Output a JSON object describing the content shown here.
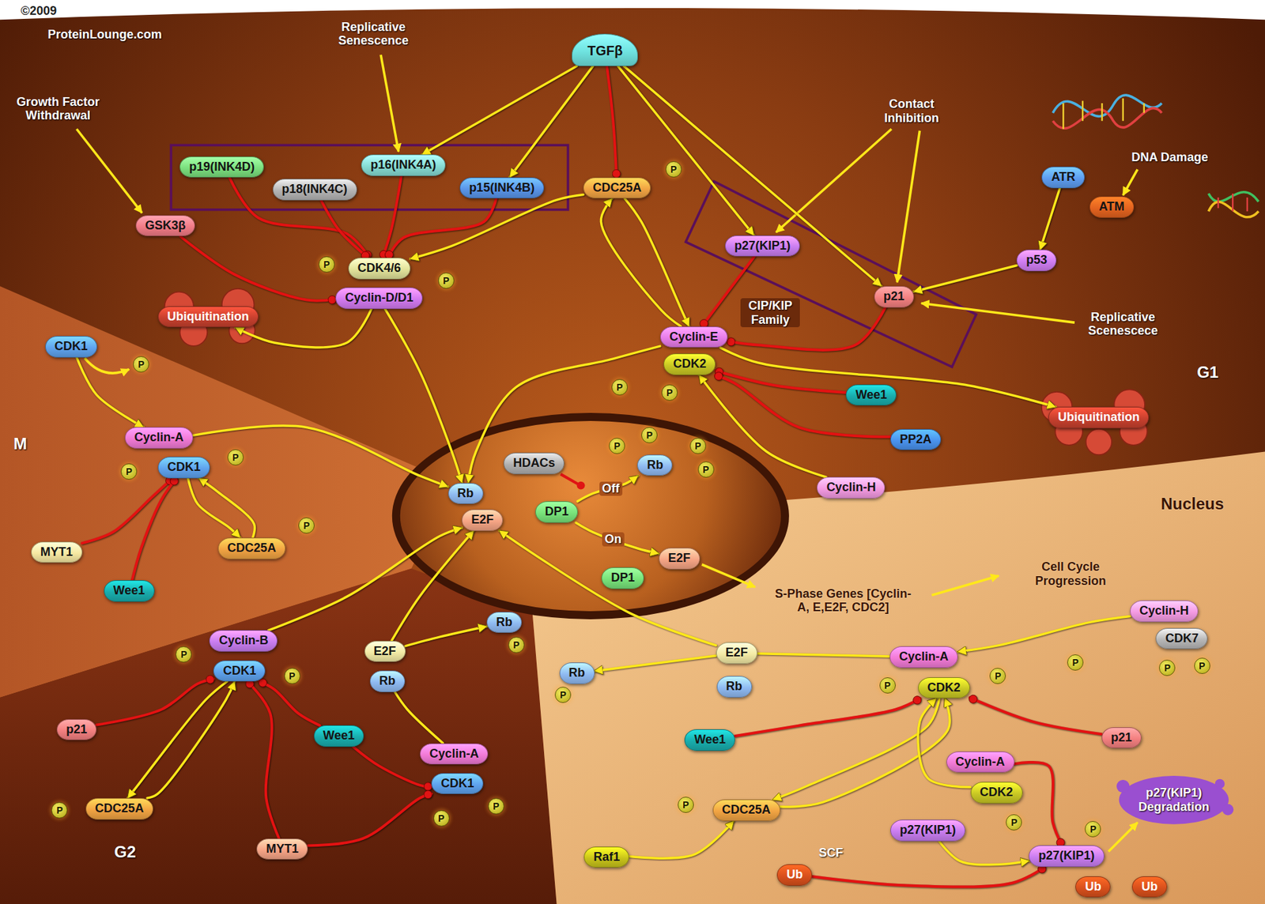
{
  "diagram": {
    "nodes": [
      {
        "text": [
          "TGFβ"
        ]
      },
      {
        "text": [
          "p19(INK4D)"
        ]
      },
      {
        "text": [
          "p18(INK4C)"
        ]
      },
      {
        "text": [
          "p16(INK4A)"
        ]
      },
      {
        "text": [
          "p15(INK4B)"
        ]
      },
      {
        "text": [
          "GSK3β"
        ]
      },
      {
        "text": [
          "CDK4/6"
        ]
      },
      {
        "text": [
          "Cyclin-D/D1"
        ]
      },
      {
        "text": [
          "CDC25A"
        ]
      },
      {
        "text": [
          "p27(KIP1)"
        ]
      },
      {
        "text": [
          "p21"
        ]
      },
      {
        "text": [
          "ATR"
        ]
      },
      {
        "text": [
          "ATM"
        ]
      },
      {
        "text": [
          "p53"
        ]
      },
      {
        "text": [
          "Cyclin-E"
        ]
      },
      {
        "text": [
          "CDK2"
        ]
      },
      {
        "text": [
          "Wee1"
        ]
      },
      {
        "text": [
          "PP2A"
        ]
      },
      {
        "text": [
          "Cyclin-H"
        ]
      },
      {
        "text": [
          "Ubiquitination"
        ]
      },
      {
        "text": [
          "Ubiquitination"
        ]
      },
      {
        "text": [
          "CDK1"
        ]
      },
      {
        "text": [
          "Cyclin-A"
        ]
      },
      {
        "text": [
          "CDK1"
        ]
      },
      {
        "text": [
          "MYT1"
        ]
      },
      {
        "text": [
          "CDC25A"
        ]
      },
      {
        "text": [
          "Wee1"
        ]
      },
      {
        "text": [
          "Rb"
        ]
      },
      {
        "text": [
          "E2F"
        ]
      },
      {
        "text": [
          "HDACs"
        ]
      },
      {
        "text": [
          "DP1"
        ]
      },
      {
        "text": [
          "Rb"
        ]
      },
      {
        "text": [
          "E2F"
        ]
      },
      {
        "text": [
          "DP1"
        ]
      },
      {
        "text": [
          "Cyclin-B"
        ]
      },
      {
        "text": [
          "CDK1"
        ]
      },
      {
        "text": [
          "p21"
        ]
      },
      {
        "text": [
          "Wee1"
        ]
      },
      {
        "text": [
          "CDC25A"
        ]
      },
      {
        "text": [
          "MYT1"
        ]
      },
      {
        "text": [
          "E2F"
        ]
      },
      {
        "text": [
          "Rb"
        ]
      },
      {
        "text": [
          "Rb"
        ]
      },
      {
        "text": [
          "Cyclin-A"
        ]
      },
      {
        "text": [
          "CDK1"
        ]
      },
      {
        "text": [
          "Rb"
        ]
      },
      {
        "text": [
          "E2F"
        ]
      },
      {
        "text": [
          "Rb"
        ]
      },
      {
        "text": [
          "Cyclin-A"
        ]
      },
      {
        "text": [
          "CDK2"
        ]
      },
      {
        "text": [
          "Cyclin-H"
        ]
      },
      {
        "text": [
          "CDK7"
        ]
      },
      {
        "text": [
          "Wee1"
        ]
      },
      {
        "text": [
          "p21"
        ]
      },
      {
        "text": [
          "CDC25A"
        ]
      },
      {
        "text": [
          "Raf1"
        ]
      },
      {
        "text": [
          "Cyclin-A"
        ]
      },
      {
        "text": [
          "CDK2"
        ]
      },
      {
        "text": [
          "p27(KIP1)"
        ]
      },
      {
        "text": [
          "p27(KIP1)"
        ]
      },
      {
        "text": [
          "Ub"
        ]
      },
      {
        "text": [
          "Ub"
        ]
      },
      {
        "text": [
          "Ub"
        ]
      }
    ],
    "edges": [
      {
        "from": 0,
        "to": 3,
        "arrow": "to"
      },
      {
        "from": 0,
        "to": 4,
        "arrow": "to"
      },
      {
        "from": 0,
        "to": 8,
        "arrow": "to"
      },
      {
        "from": 0,
        "to": 9,
        "arrow": "to"
      },
      {
        "from": 0,
        "to": 10,
        "arrow": "to"
      },
      {
        "from": 1,
        "to": 6,
        "arrow": "to"
      },
      {
        "from": 2,
        "to": 6,
        "arrow": "to"
      },
      {
        "from": 3,
        "to": 6,
        "arrow": "to"
      },
      {
        "from": 4,
        "to": 6,
        "arrow": "to"
      },
      {
        "from": 5,
        "to": 7,
        "arrow": "to"
      },
      {
        "from": 7,
        "to": 19,
        "arrow": "to"
      },
      {
        "from": 8,
        "to": 6,
        "arrow": "to"
      },
      {
        "from": 8,
        "to": 14,
        "arrow": "to"
      },
      {
        "from": 14,
        "to": 8,
        "arrow": "to"
      },
      {
        "from": 11,
        "to": 13,
        "arrow": "to"
      },
      {
        "from": 13,
        "to": 10,
        "arrow": "to"
      },
      {
        "from": 9,
        "to": 14,
        "arrow": "to"
      },
      {
        "from": 10,
        "to": 14,
        "arrow": "to"
      },
      {
        "from": 14,
        "to": 20,
        "arrow": "to"
      },
      {
        "from": 16,
        "to": 15,
        "arrow": "to"
      },
      {
        "from": 17,
        "to": 15,
        "arrow": "to"
      },
      {
        "from": 18,
        "to": 15,
        "arrow": "to"
      },
      {
        "from": 7,
        "to": 27,
        "arrow": "to"
      },
      {
        "from": 14,
        "to": 27,
        "arrow": "to"
      },
      {
        "from": 30,
        "to": 31,
        "label": "Off",
        "arrow": "to"
      },
      {
        "from": 30,
        "to": 32,
        "label": "On",
        "arrow": "to"
      },
      {
        "from": 21,
        "to": 22,
        "arrow": "to"
      },
      {
        "from": 22,
        "to": 27,
        "arrow": "to"
      },
      {
        "from": 23,
        "to": 25,
        "arrow": "to"
      },
      {
        "from": 25,
        "to": 23,
        "arrow": "to"
      },
      {
        "from": 24,
        "to": 23,
        "arrow": "to"
      },
      {
        "from": 26,
        "to": 23,
        "arrow": "to"
      },
      {
        "from": 34,
        "to": 28,
        "arrow": "to"
      },
      {
        "from": 36,
        "to": 35,
        "arrow": "to"
      },
      {
        "from": 35,
        "to": 38,
        "arrow": "to"
      },
      {
        "from": 38,
        "to": 35,
        "arrow": "to"
      },
      {
        "from": 37,
        "to": 35,
        "arrow": "to"
      },
      {
        "from": 39,
        "to": 35,
        "arrow": "to"
      },
      {
        "from": 37,
        "to": 44,
        "arrow": "to"
      },
      {
        "from": 39,
        "to": 44,
        "arrow": "to"
      },
      {
        "from": 40,
        "to": 28,
        "arrow": "to"
      },
      {
        "from": 40,
        "to": 42,
        "arrow": "to"
      },
      {
        "from": 43,
        "to": 41,
        "arrow": "none"
      },
      {
        "from": 46,
        "to": 28,
        "arrow": "to"
      },
      {
        "from": 46,
        "to": 45,
        "arrow": "to"
      },
      {
        "from": 50,
        "to": 48,
        "arrow": "to"
      },
      {
        "from": 48,
        "to": 46,
        "arrow": "none"
      },
      {
        "from": 52,
        "to": 49,
        "arrow": "to"
      },
      {
        "from": 53,
        "to": 49,
        "arrow": "to"
      },
      {
        "from": 49,
        "to": 54,
        "arrow": "to"
      },
      {
        "from": 54,
        "to": 49,
        "arrow": "to"
      },
      {
        "from": 55,
        "to": 54,
        "arrow": "to"
      },
      {
        "from": 57,
        "to": 49,
        "arrow": "to"
      },
      {
        "from": 56,
        "to": 59,
        "arrow": "to"
      },
      {
        "from": 58,
        "to": 59,
        "arrow": "to"
      },
      {
        "from": 60,
        "to": 59,
        "arrow": "to"
      }
    ],
    "labels": [
      "©2009",
      "ProteinLounge.com",
      "Replicative Senescence",
      "Growth Factor Withdrawal",
      "Contact Inhibition",
      "DNA Damage",
      "CIP/KIP Family",
      "Replicative Scenescece",
      "G1",
      "M",
      "Nucleus",
      "S-Phase Genes [Cyclin-A, E,E2F, CDC2]",
      "Cell Cycle Progression",
      "G2",
      "SCF",
      "p27(KIP1) Degradation",
      "P",
      "P",
      "P",
      "P",
      "P",
      "P",
      "P",
      "P",
      "P",
      "P",
      "P",
      "P",
      "P",
      "P",
      "P",
      "P",
      "P",
      "P",
      "P",
      "P",
      "P",
      "P",
      "P",
      "P",
      "P",
      "P",
      "P",
      "P"
    ]
  }
}
